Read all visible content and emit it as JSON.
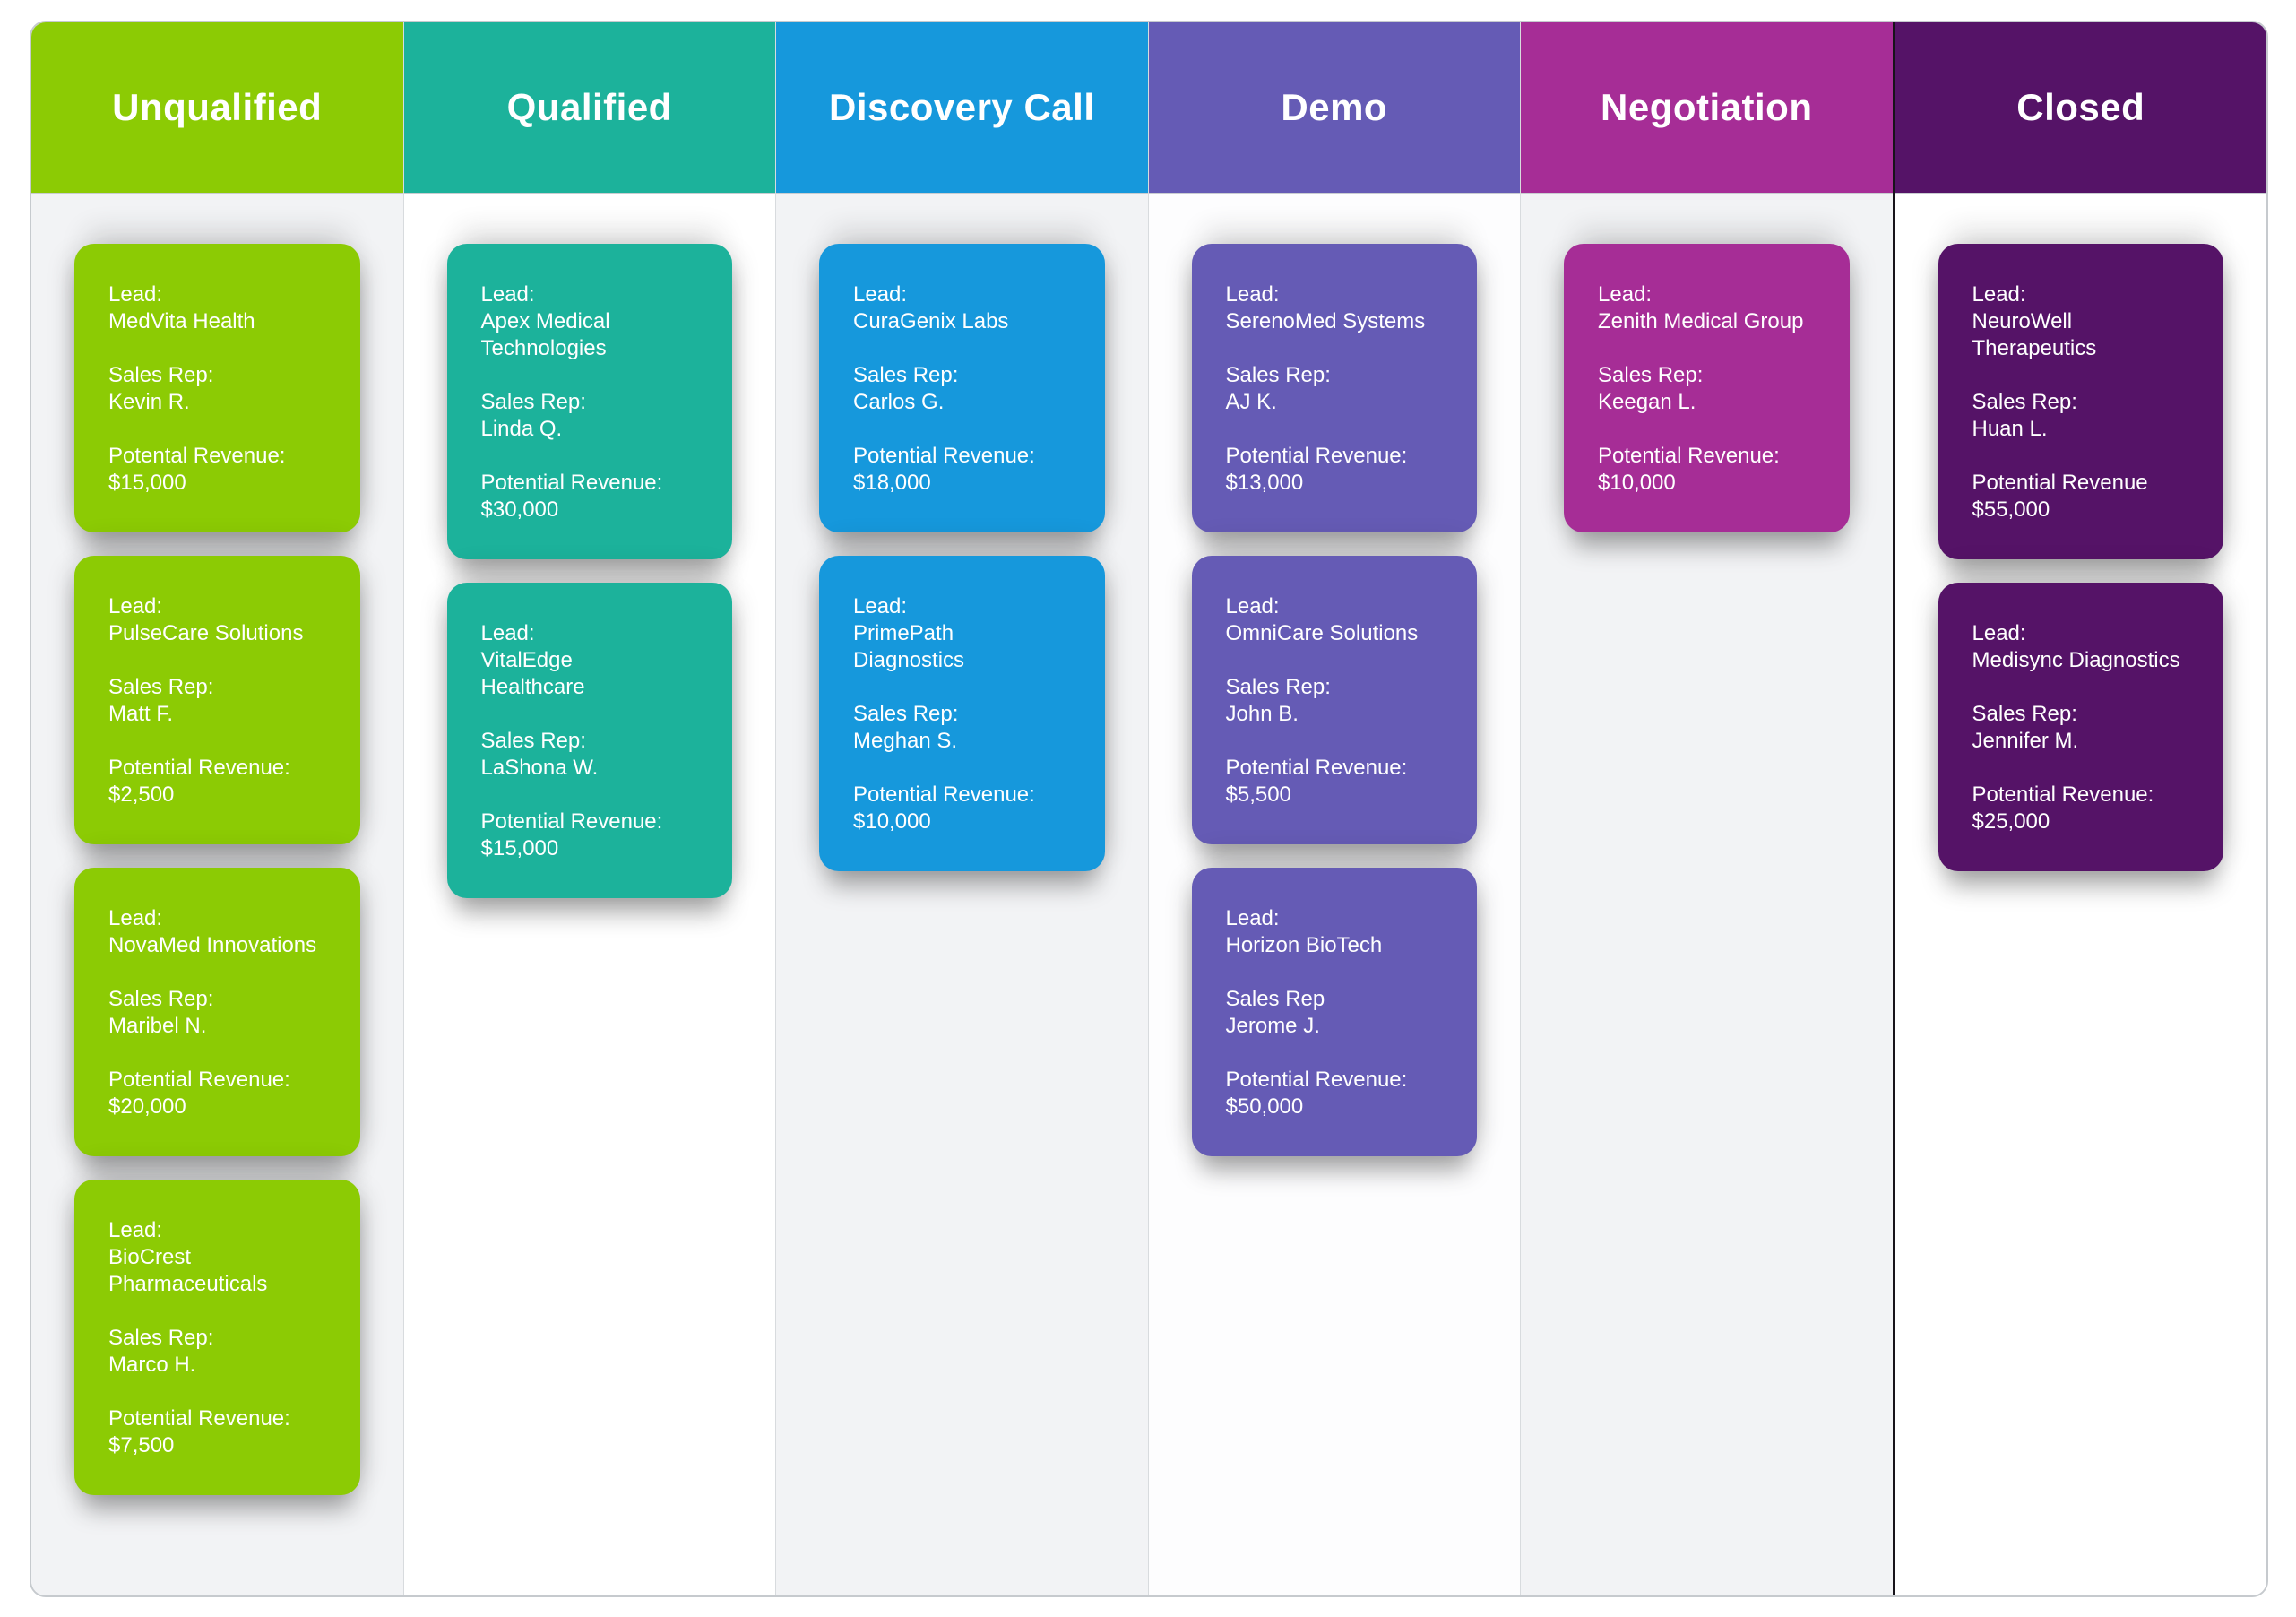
{
  "board": {
    "columns": [
      {
        "title": "Unqualified",
        "accent": "#8CCB04",
        "body_bg": "#F2F3F5",
        "cards": [
          {
            "lead_label": "Lead:",
            "lead": "MedVita Health",
            "rep_label": "Sales Rep:",
            "rep": "Kevin R.",
            "revenue_label": "Potental Revenue:",
            "revenue": "$15,000"
          },
          {
            "lead_label": "Lead:",
            "lead": "PulseCare Solutions",
            "rep_label": "Sales Rep:",
            "rep": "Matt F.",
            "revenue_label": "Potential Revenue:",
            "revenue": "$2,500"
          },
          {
            "lead_label": "Lead:",
            "lead": "NovaMed Innovations",
            "rep_label": "Sales Rep:",
            "rep": "Maribel N.",
            "revenue_label": "Potential Revenue:",
            "revenue": "$20,000"
          },
          {
            "lead_label": "Lead:",
            "lead": "BioCrest\nPharmaceuticals",
            "rep_label": "Sales Rep:",
            "rep": "Marco H.",
            "revenue_label": "Potential Revenue:",
            "revenue": "$7,500"
          }
        ]
      },
      {
        "title": "Qualified",
        "accent": "#1CB29B",
        "body_bg": "#FFFFFF",
        "cards": [
          {
            "lead_label": "Lead:",
            "lead": "Apex Medical\nTechnologies",
            "rep_label": "Sales Rep:",
            "rep": "Linda Q.",
            "revenue_label": "Potential Revenue:",
            "revenue": "$30,000"
          },
          {
            "lead_label": "Lead:",
            "lead": "VitalEdge\nHealthcare",
            "rep_label": "Sales Rep:",
            "rep": "LaShona W.",
            "revenue_label": "Potential Revenue:",
            "revenue": "$15,000"
          }
        ]
      },
      {
        "title": "Discovery Call",
        "accent": "#1698DC",
        "body_bg": "#F2F3F5",
        "cards": [
          {
            "lead_label": "Lead:",
            "lead": "CuraGenix Labs",
            "rep_label": "Sales Rep:",
            "rep": "Carlos G.",
            "revenue_label": "Potential Revenue:",
            "revenue": "$18,000"
          },
          {
            "lead_label": "Lead:",
            "lead": "PrimePath\nDiagnostics",
            "rep_label": "Sales Rep:",
            "rep": "Meghan S.",
            "revenue_label": "Potential Revenue:",
            "revenue": "$10,000"
          }
        ]
      },
      {
        "title": "Demo",
        "accent": "#655BB5",
        "body_bg": "#FDFDFE",
        "cards": [
          {
            "lead_label": "Lead:",
            "lead": "SerenoMed Systems",
            "rep_label": "Sales Rep:",
            "rep": "AJ K.",
            "revenue_label": "Potential Revenue:",
            "revenue": "$13,000"
          },
          {
            "lead_label": "Lead:",
            "lead": "OmniCare Solutions",
            "rep_label": "Sales Rep:",
            "rep": "John B.",
            "revenue_label": "Potential Revenue:",
            "revenue": "$5,500"
          },
          {
            "lead_label": "Lead:",
            "lead": "Horizon BioTech",
            "rep_label": "Sales Rep",
            "rep": "Jerome J.",
            "revenue_label": "Potential Revenue:",
            "revenue": "$50,000"
          }
        ]
      },
      {
        "title": "Negotiation",
        "accent": "#A62D96",
        "body_bg": "#F2F3F5",
        "cards": [
          {
            "lead_label": "Lead:",
            "lead": "Zenith Medical Group",
            "rep_label": "Sales Rep:",
            "rep": "Keegan L.",
            "revenue_label": "Potential Revenue:",
            "revenue": "$10,000"
          }
        ]
      },
      {
        "title": "Closed",
        "accent": "#551367",
        "body_bg": "#FFFFFF",
        "cards": [
          {
            "lead_label": "Lead:",
            "lead": "NeuroWell\nTherapeutics",
            "rep_label": "Sales Rep:",
            "rep": "Huan L.",
            "revenue_label": "Potential Revenue",
            "revenue": "$55,000"
          },
          {
            "lead_label": "Lead:",
            "lead": "Medisync Diagnostics",
            "rep_label": "Sales Rep:",
            "rep": "Jennifer M.",
            "revenue_label": "Potential Revenue:",
            "revenue": "$25,000"
          }
        ]
      }
    ]
  }
}
